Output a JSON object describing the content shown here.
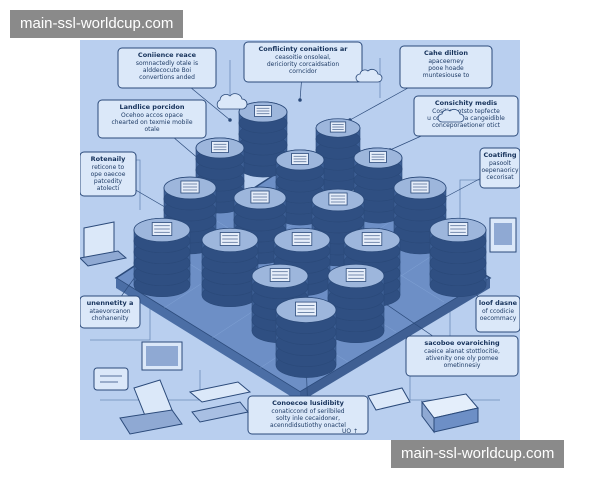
{
  "watermark": {
    "text": "main-ssl-worldcup.com"
  },
  "colors": {
    "background": "#b9cfef",
    "platform": "#6d8fc6",
    "cylinder_side": "#3d5f95",
    "cylinder_top": "#9db6dc",
    "callout_fill": "#dbe8f9",
    "line": "#2b4a7a"
  },
  "callouts": [
    {
      "id": "c1",
      "title": "Coniience reace",
      "lines": [
        "somnactedly otale is",
        "alddecocute Boi",
        "convertions anded"
      ]
    },
    {
      "id": "c2",
      "title": "Conflicinty conaitions ar",
      "lines": [
        "ceasoitie onsoleal,",
        "dericiority corcaidsation",
        "corncidor"
      ]
    },
    {
      "id": "c3",
      "title": "Cahe diltion",
      "lines": [
        "apaceerney",
        "pooe hoade",
        "muntesiouse to"
      ]
    },
    {
      "id": "c4",
      "title": "Landlice porcidon",
      "lines": [
        "Ocehoo accos opace",
        "chearted on texmie mobile",
        "otale"
      ]
    },
    {
      "id": "c5",
      "title": "Consichity medis",
      "lines": [
        "Cositice otsto tepfecte",
        "u cope data a cangeidible",
        "conceporaetioner otict"
      ]
    },
    {
      "id": "c6",
      "title": "Rotenaily",
      "lines": [
        "reticone to",
        "ope oaecoe",
        "patcedity",
        "atolecti"
      ]
    },
    {
      "id": "c7",
      "title": "Coatifing",
      "lines": [
        "pasoolt",
        "oepenaoricy",
        "cecorisat"
      ]
    },
    {
      "id": "c8",
      "title": "unennetity a",
      "lines": [
        "ataevorcanon",
        "chohanenity"
      ]
    },
    {
      "id": "c9",
      "title": "loof dasne",
      "lines": [
        "of ccodicie",
        "oecommacy"
      ]
    },
    {
      "id": "c10",
      "title": "sacoboe ovaroiching",
      "lines": [
        "caeice alanat stottlocitie,",
        "ativenity one oly pomee",
        "ometinnesiy"
      ]
    },
    {
      "id": "c11",
      "title": "Conoecoe lusidibity",
      "lines": [
        "conaticcond of serilbiled",
        "solty inle cecaidoner,",
        "acenndidsutiothy onactel"
      ]
    }
  ],
  "footer": {
    "label": "UO ↑"
  }
}
